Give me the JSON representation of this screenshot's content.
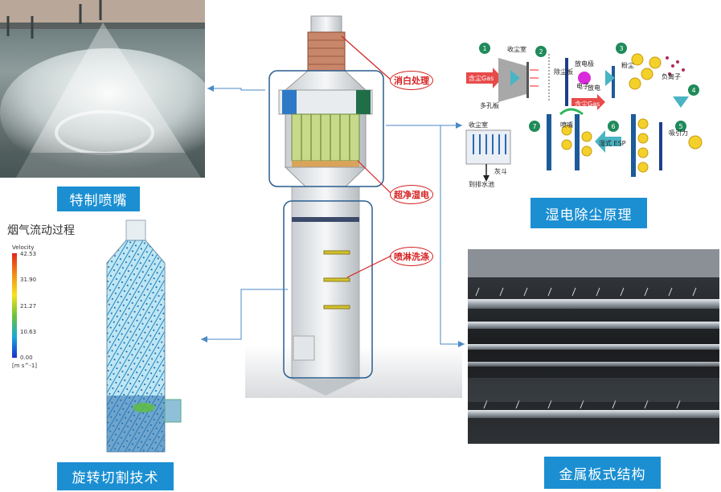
{
  "labels": {
    "nozzle": "特制喷嘴",
    "wesp_principle": "湿电除尘原理",
    "rotary_cutting": "旋转切割技术",
    "metal_plate": "金属板式结构"
  },
  "callouts": {
    "plume": "消白处理",
    "wesp": "超净湿电",
    "spray": "喷淋洗涤"
  },
  "cfd": {
    "title": "烟气流动过程",
    "legend_name": "Velocity",
    "ticks": [
      "42.53",
      "31.90",
      "21.27",
      "10.63",
      "0.00"
    ],
    "unit": "[m s^-1]"
  },
  "principle": {
    "steps": [
      "1",
      "2",
      "3",
      "4",
      "5",
      "6",
      "7"
    ],
    "text": {
      "chamber1": "收尘室",
      "gas_in": "含尘Gas",
      "perforated": "多孔板",
      "electrode": "放电极",
      "discharge": "放电",
      "electron": "电子",
      "plate": "除尘板",
      "dust": "粉尘",
      "ion": "负离子",
      "gas_out": "含尘Gas",
      "attract": "吸引力",
      "wet_esp": "湿式 ESP",
      "nozzle": "喷嘴",
      "chamber2": "收尘室",
      "hopper": "灰斗",
      "drain": "到排水池"
    }
  },
  "colors": {
    "label_blue": "#1b8fd2",
    "callout_red": "#d62020",
    "frame_blue": "#2a5d8f"
  }
}
